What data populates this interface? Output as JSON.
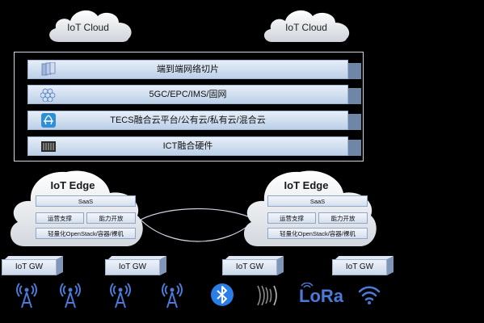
{
  "clouds": {
    "left_label": "IoT Cloud",
    "right_label": "IoT Cloud"
  },
  "stack": {
    "layers": [
      {
        "label": "端到端网络切片",
        "icon": "network-slice-icon"
      },
      {
        "label": "5GC/EPC/IMS/固网",
        "icon": "hexagon-cluster-icon"
      },
      {
        "label": "TECS融合云平台/公有云/私有云/混合云",
        "icon": "cloud-platform-icon"
      },
      {
        "label": "ICT融合硬件",
        "icon": "server-hardware-icon"
      }
    ]
  },
  "edges": [
    {
      "title": "IoT Edge",
      "saas": "SaaS",
      "ops": "运营支撑",
      "capability": "能力开放",
      "infra": "轻量化OpenStack/容器/裸机"
    },
    {
      "title": "IoT Edge",
      "saas": "SaaS",
      "ops": "运营支撑",
      "capability": "能力开放",
      "infra": "轻量化OpenStack/容器/裸机"
    }
  ],
  "gateways": [
    {
      "label": "IoT  GW"
    },
    {
      "label": "IoT  GW"
    },
    {
      "label": "IoT  GW"
    },
    {
      "label": "IoT  GW"
    }
  ],
  "access_icons": [
    "cell-tower-icon",
    "cell-tower-icon",
    "cell-tower-icon",
    "cell-tower-icon",
    "bluetooth-icon",
    "nfc-waves-icon",
    "lora-logo-icon",
    "wifi-icon"
  ],
  "lora_text": "LoRa",
  "colors": {
    "background": "#000000",
    "bar_light": "#e6eef8",
    "bar_dark": "#6f86a6",
    "icon_blue": "#4a7bd8",
    "bluetooth_blue": "#2a7ee8"
  }
}
